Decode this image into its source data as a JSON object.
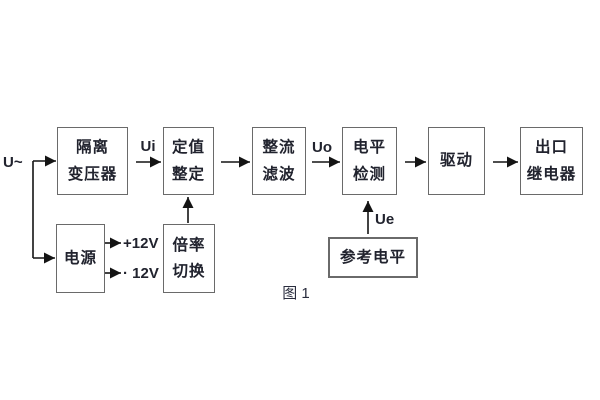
{
  "figure": {
    "caption": "图 1"
  },
  "signals": {
    "input": "U~",
    "ui": "Ui",
    "uo": "Uo",
    "ue": "Ue",
    "rail_pos": "+12V",
    "rail_neg": "· 12V"
  },
  "boxes": [
    {
      "name": "isolation-transformer",
      "line1": "隔离",
      "line2": "变压器"
    },
    {
      "name": "value-setting",
      "line1": "定值",
      "line2": "整定"
    },
    {
      "name": "rectifier-filter",
      "line1": "整流",
      "line2": "滤波"
    },
    {
      "name": "level-detection",
      "line1": "电平",
      "line2": "检测"
    },
    {
      "name": "drive",
      "line1": "驱动"
    },
    {
      "name": "output-relay",
      "line1": "出口",
      "line2": "继电器"
    },
    {
      "name": "power-supply",
      "line1": "电源"
    },
    {
      "name": "ratio-switch",
      "line1": "倍率",
      "line2": "切换"
    },
    {
      "name": "reference-level",
      "line1": "参考电平"
    }
  ],
  "colors": {
    "background": "#ffffff",
    "text": "#21232e",
    "box_border": "#6a6a6a",
    "line": "#141414"
  }
}
